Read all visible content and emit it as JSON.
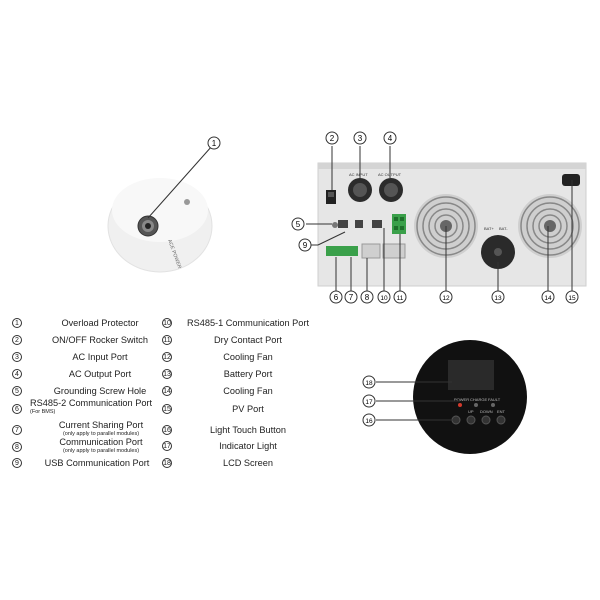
{
  "callouts": [
    "1",
    "2",
    "3",
    "4",
    "5",
    "6",
    "7",
    "8",
    "9",
    "10",
    "11",
    "12",
    "13",
    "14",
    "15",
    "16",
    "17",
    "18"
  ],
  "legend_left": [
    {
      "num": "1",
      "label": "Overload Protector",
      "sub": ""
    },
    {
      "num": "2",
      "label": "ON/OFF Rocker Switch",
      "sub": ""
    },
    {
      "num": "3",
      "label": "AC Input Port",
      "sub": ""
    },
    {
      "num": "4",
      "label": "AC Output Port",
      "sub": ""
    },
    {
      "num": "5",
      "label": "Grounding Screw Hole",
      "sub": ""
    },
    {
      "num": "6",
      "label": "RS485-2 Communication Port",
      "sub": "(For BMS)"
    },
    {
      "num": "7",
      "label": "Current Sharing Port",
      "sub": "(only apply to parallel modules)"
    },
    {
      "num": "8",
      "label": "Communication Port",
      "sub": "(only apply to parallel modules)"
    },
    {
      "num": "9",
      "label": "USB Communication Port",
      "sub": ""
    }
  ],
  "legend_right": [
    {
      "num": "10",
      "label": "RS485-1 Communication Port",
      "sub": ""
    },
    {
      "num": "11",
      "label": "Dry Contact Port",
      "sub": ""
    },
    {
      "num": "12",
      "label": "Cooling Fan",
      "sub": ""
    },
    {
      "num": "13",
      "label": "Battery Port",
      "sub": ""
    },
    {
      "num": "14",
      "label": "Cooling Fan",
      "sub": ""
    },
    {
      "num": "15",
      "label": "PV Port",
      "sub": ""
    },
    {
      "num": "16",
      "label": "Light Touch Button",
      "sub": ""
    },
    {
      "num": "17",
      "label": "Indicator Light",
      "sub": ""
    },
    {
      "num": "18",
      "label": "LCD Screen",
      "sub": ""
    }
  ],
  "panel_labels": {
    "ac_input": "AC INPUT",
    "ac_output": "AC OUTPUT",
    "bat_plus": "BAT+",
    "bat_minus": "BAT-",
    "power": "POWER",
    "charge": "CHARGE",
    "fault": "FAULT",
    "up": "UP",
    "down": "DOWN",
    "ent": "ENT",
    "breaker_brand": "ACE POWER"
  },
  "colors": {
    "unit_body": "#e8e8e8",
    "panel_body": "#dcdcdc",
    "display_body": "#111111",
    "lcd": "#2a2a2a",
    "terminal_green": "#3aa04a",
    "indicator_red": "#d33a2c"
  }
}
